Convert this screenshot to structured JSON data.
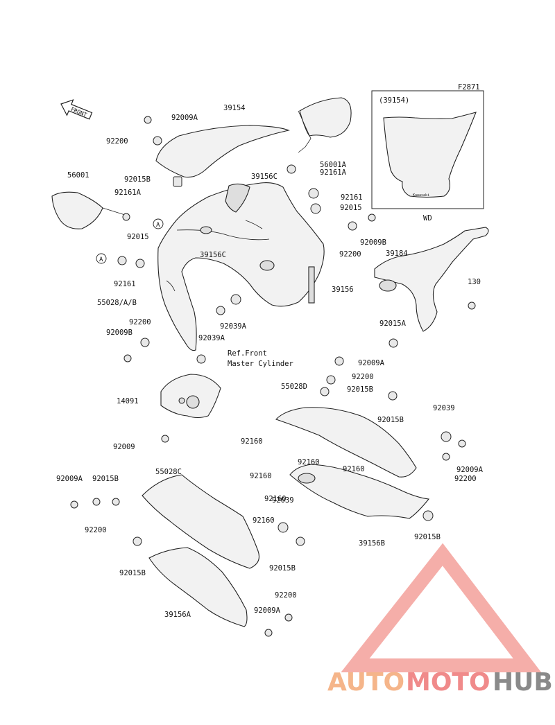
{
  "figure_code": "F2871",
  "direction_arrow": "FRONT",
  "inset": {
    "part_ref": "(39154)",
    "variant": "WD",
    "screen_badge": "Kawasaki"
  },
  "reference_note": {
    "line1": "Ref.Front",
    "line2": "Master Cylinder"
  },
  "watermark": {
    "icon": "triangle-m-logo-icon",
    "part1": "AUTO",
    "part2": "MOTO",
    "part3": "HUB",
    "colors": {
      "part1": "#f5b58a",
      "part2": "#f08a8a",
      "part3": "#8a8a8a",
      "logo": "#f3a09a"
    }
  },
  "part_labels": [
    {
      "text": "92009A"
    },
    {
      "text": "39154"
    },
    {
      "text": "92200"
    },
    {
      "text": "56001A"
    },
    {
      "text": "92015B"
    },
    {
      "text": "39156C"
    },
    {
      "text": "92161A"
    },
    {
      "text": "56001"
    },
    {
      "text": "92161A"
    },
    {
      "text": "92161"
    },
    {
      "text": "92015"
    },
    {
      "text": "92015"
    },
    {
      "text": "92009B"
    },
    {
      "text": "92200"
    },
    {
      "text": "39156C"
    },
    {
      "text": "39184"
    },
    {
      "text": "92161"
    },
    {
      "text": "39156"
    },
    {
      "text": "130"
    },
    {
      "text": "55028/A/B"
    },
    {
      "text": "92200"
    },
    {
      "text": "92039A"
    },
    {
      "text": "92015A"
    },
    {
      "text": "92009B"
    },
    {
      "text": "92039A"
    },
    {
      "text": "92009A"
    },
    {
      "text": "92200"
    },
    {
      "text": "55028D"
    },
    {
      "text": "92015B"
    },
    {
      "text": "14091"
    },
    {
      "text": "92015B"
    },
    {
      "text": "92039"
    },
    {
      "text": "92009"
    },
    {
      "text": "92160"
    },
    {
      "text": "92160"
    },
    {
      "text": "92009A"
    },
    {
      "text": "92160"
    },
    {
      "text": "92200"
    },
    {
      "text": "92009A"
    },
    {
      "text": "92015B"
    },
    {
      "text": "55028C"
    },
    {
      "text": "92160"
    },
    {
      "text": "92160"
    },
    {
      "text": "92039"
    },
    {
      "text": "92015B"
    },
    {
      "text": "92200"
    },
    {
      "text": "92160"
    },
    {
      "text": "39156B"
    },
    {
      "text": "92015B"
    },
    {
      "text": "92015B"
    },
    {
      "text": "92200"
    },
    {
      "text": "92009A"
    },
    {
      "text": "39156A"
    }
  ],
  "callout_marker": "A"
}
